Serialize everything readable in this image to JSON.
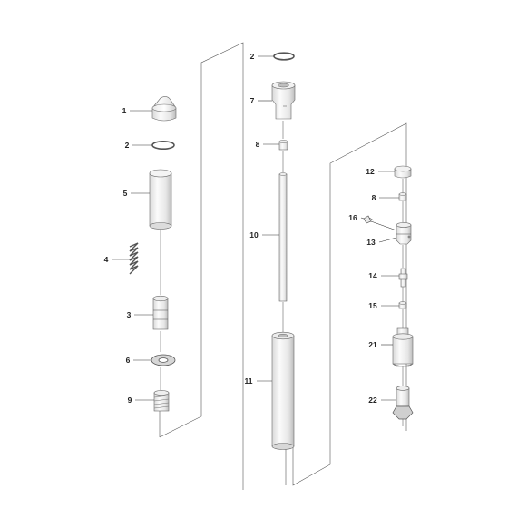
{
  "parts": {
    "p1": "1",
    "p2a": "2",
    "p2b": "2",
    "p3": "3",
    "p4": "4",
    "p5": "5",
    "p6": "6",
    "p7": "7",
    "p8a": "8",
    "p8b": "8",
    "p9": "9",
    "p10": "10",
    "p11": "11",
    "p12": "12",
    "p13": "13",
    "p14": "14",
    "p15": "15",
    "p16": "16",
    "p21": "21",
    "p22": "22"
  }
}
